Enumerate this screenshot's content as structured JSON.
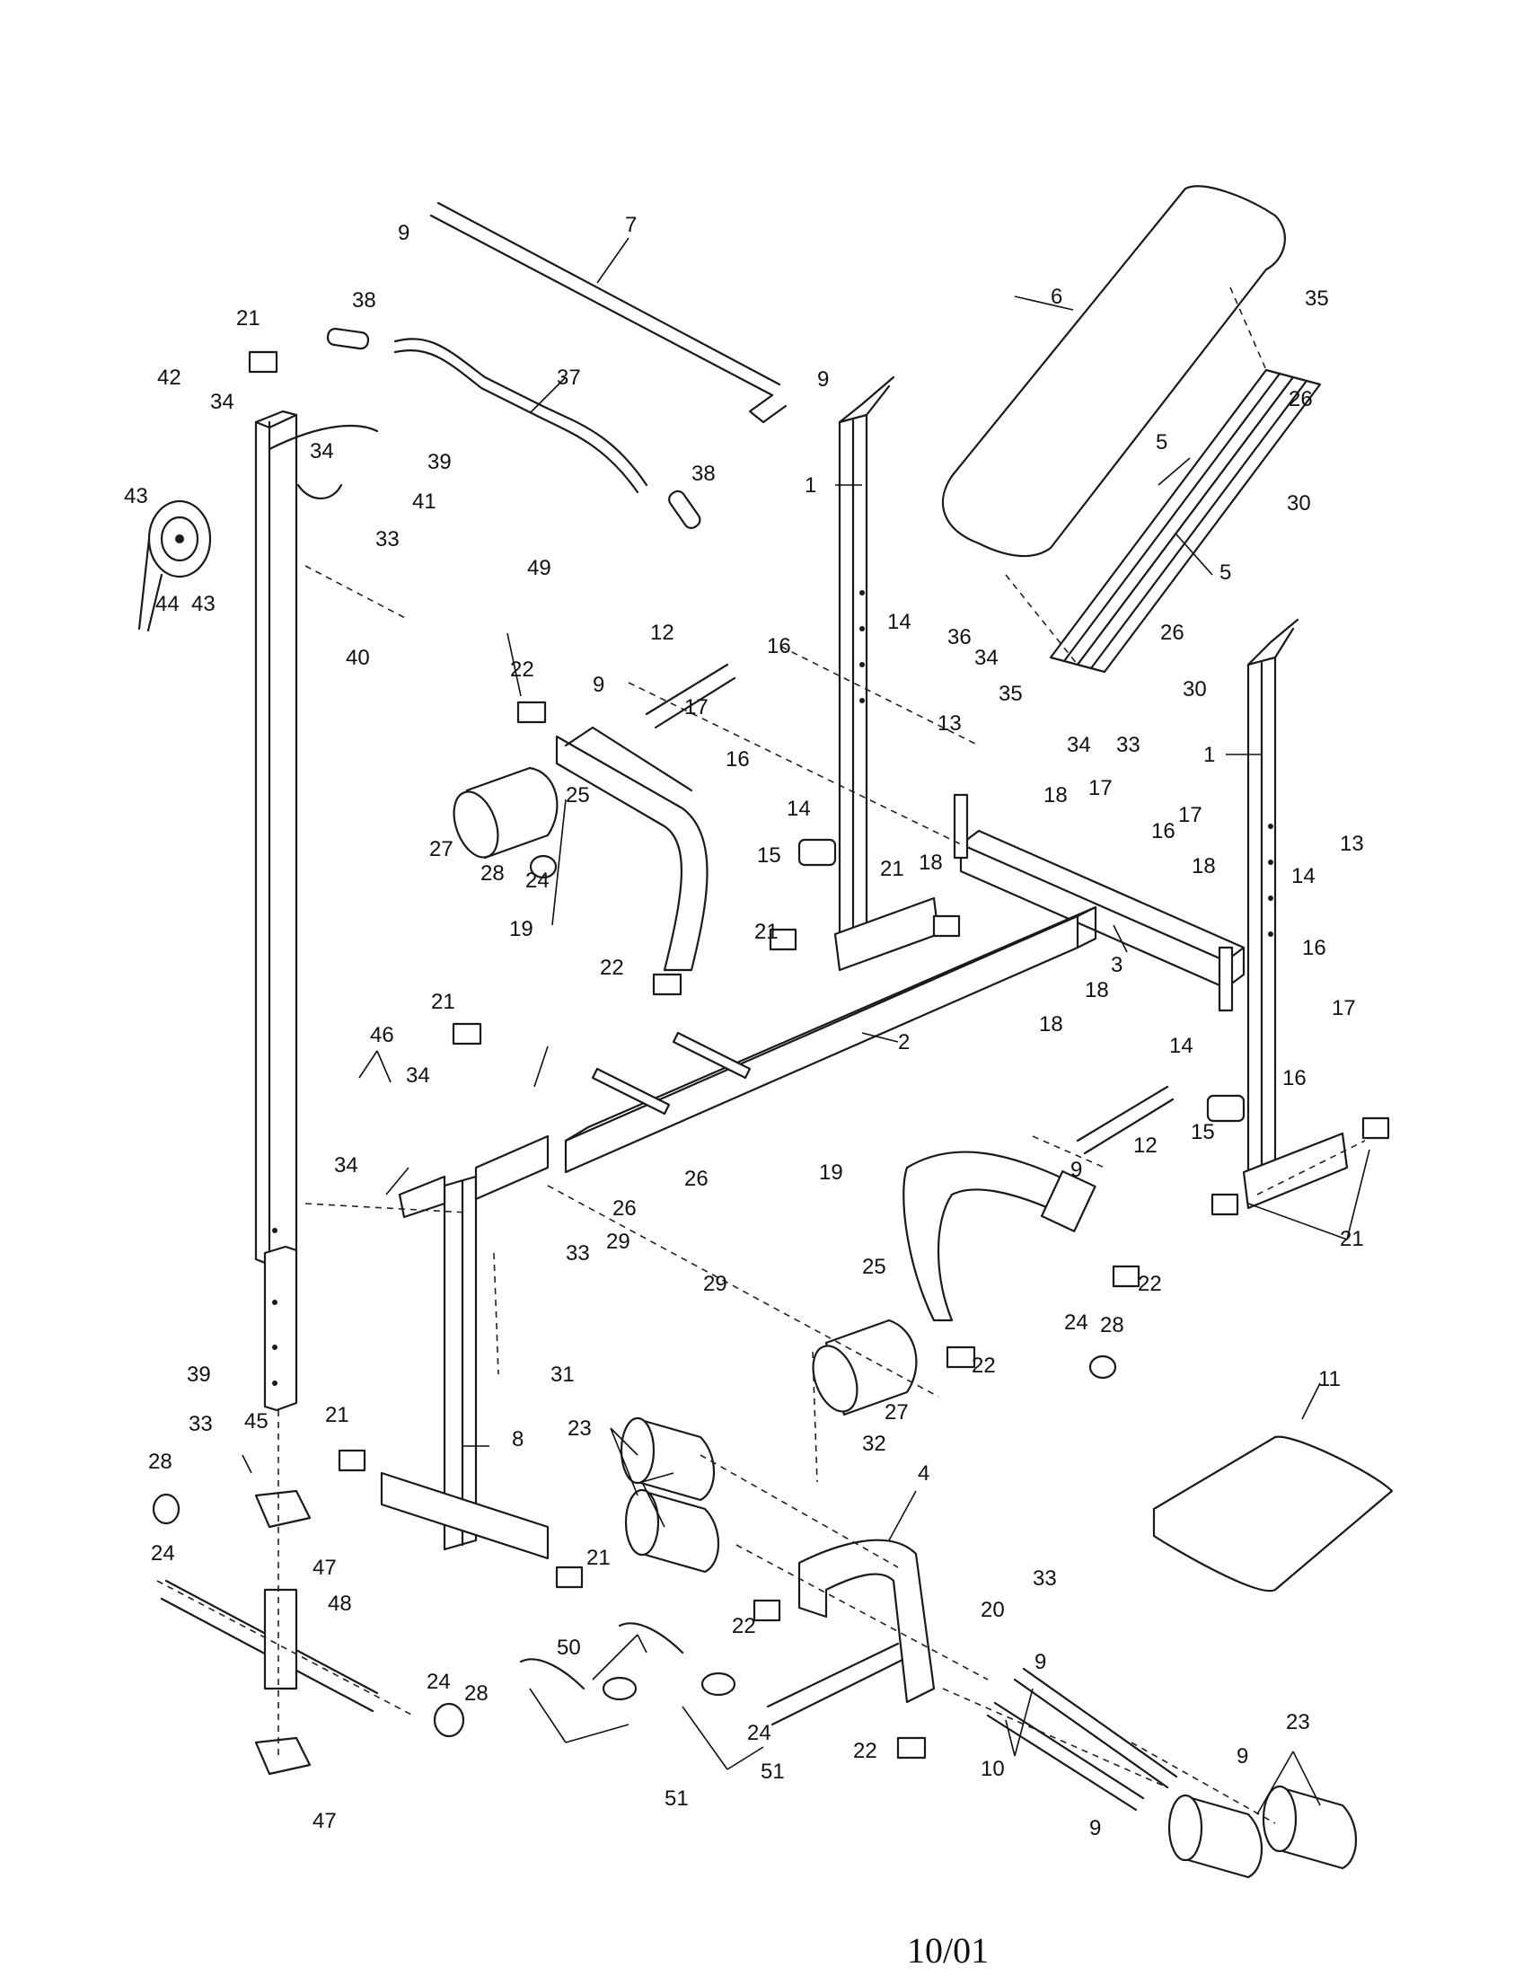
{
  "footer": {
    "code": "10/01"
  },
  "callouts": [
    "1",
    "2",
    "3",
    "4",
    "5",
    "6",
    "7",
    "8",
    "9",
    "10",
    "11",
    "12",
    "13",
    "14",
    "15",
    "16",
    "17",
    "18",
    "19",
    "20",
    "21",
    "22",
    "23",
    "24",
    "25",
    "26",
    "27",
    "28",
    "29",
    "30",
    "31",
    "32",
    "33",
    "34",
    "35",
    "36",
    "37",
    "38",
    "39",
    "40",
    "41",
    "42",
    "43",
    "44",
    "45",
    "46",
    "47",
    "48",
    "49",
    "50",
    "51"
  ]
}
